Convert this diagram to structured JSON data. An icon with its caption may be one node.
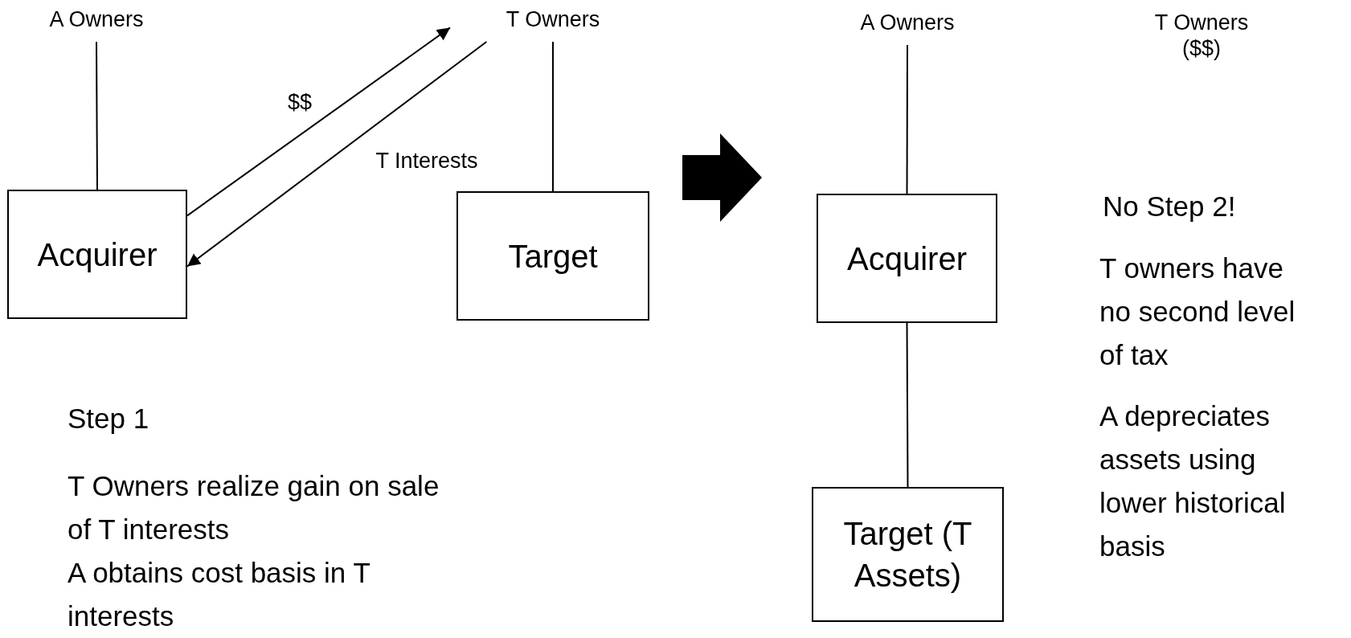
{
  "diagram": {
    "nodes": [
      {
        "text": [
          "A Owners"
        ]
      },
      {
        "text": [
          "T Owners"
        ]
      },
      {
        "text": [
          "Acquirer"
        ]
      },
      {
        "text": [
          "Target"
        ]
      },
      {
        "text": [
          "A Owners"
        ]
      },
      {
        "text": [
          "T Owners ($$)"
        ]
      },
      {
        "text": [
          "Acquirer"
        ]
      },
      {
        "text": [
          "Target (T Assets)"
        ]
      }
    ],
    "edges": [
      {
        "from": 0,
        "to": 2,
        "arrow": "none"
      },
      {
        "from": 1,
        "to": 3,
        "arrow": "none"
      },
      {
        "from": 2,
        "to": 1,
        "arrow": "to",
        "label": "$$"
      },
      {
        "from": 1,
        "to": 2,
        "arrow": "to",
        "label": "T Interests"
      },
      {
        "from": 4,
        "to": 6,
        "arrow": "none"
      },
      {
        "from": 6,
        "to": 7,
        "arrow": "none"
      }
    ],
    "labels": [
      "Step 1",
      "T Owners realize gain on sale of T interests",
      "A obtains cost basis in T interests",
      "No Step 2!",
      "T owners have no second level of tax",
      "A depreciates assets using lower historical basis"
    ]
  }
}
